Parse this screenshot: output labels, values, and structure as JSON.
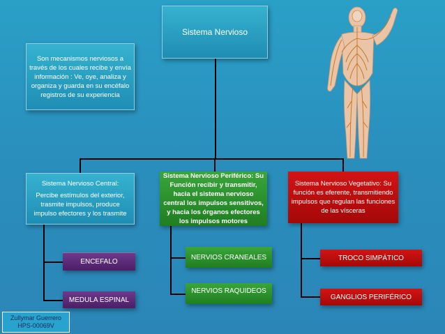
{
  "title": "Sistema Nervioso",
  "intro": "Son mecanismos nerviosos a través de los cuales recibe y envía información : Ve, oye, analiza y organiza y guarda en su encéfalo registros de su experiencia",
  "central": {
    "heading": "Sistema Nervioso Central:",
    "text": "Percibe estímulos del exterior, trasmite impulsos, produce impulso efectores y los trasmite"
  },
  "periferico": {
    "text": "Sistema Nervioso Periférico: Su Función recibir y transmitir, hacia el sistema nervioso central los impulsos sensitivos, y hacia los órganos efectores los impulsos motores"
  },
  "vegetativo": {
    "text": "Sistema Nervioso Vegetativo: Su función es eferente, transmitiendo impulsos que regulan las funciones de las vísceras"
  },
  "children": {
    "encefalo": "ENCEFALO",
    "medula": "MEDULA ESPINAL",
    "craneales": "NERVIOS CRANEALES",
    "raquideos": "NERVIOS RAQUIDEOS",
    "simpatico": "TROCO SIMPÁTICO",
    "ganglios": "GANGLIOS PERIFÉRICO"
  },
  "author": {
    "name": "Zullymar Guerrero",
    "id": "HPS-00069V"
  },
  "colors": {
    "background": "#2a8fbd",
    "teal": "#1f8db4",
    "green": "#1f7e21",
    "purple": "#4b1e66",
    "red": "#a50808"
  }
}
